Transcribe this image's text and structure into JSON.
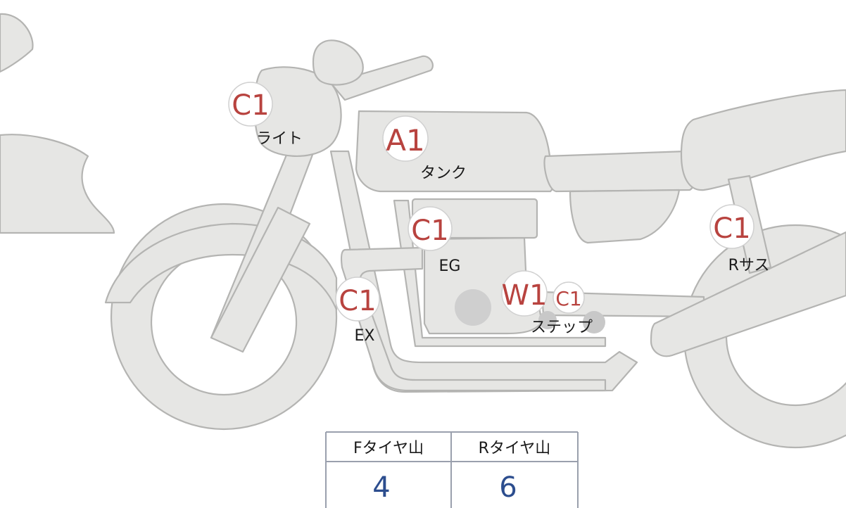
{
  "markers": [
    {
      "id": "light",
      "code": "C1",
      "label": "ライト"
    },
    {
      "id": "tank",
      "code": "A1",
      "label": "タンク"
    },
    {
      "id": "engine",
      "code": "C1",
      "label": "EG"
    },
    {
      "id": "rear-suspension",
      "code": "C1",
      "label": "Rサス"
    },
    {
      "id": "exhaust",
      "code": "C1",
      "label": "EX"
    },
    {
      "id": "step-w",
      "code": "W1",
      "label": "ステップ"
    },
    {
      "id": "step-c",
      "code": "C1",
      "label": ""
    }
  ],
  "tread_table": {
    "front_header": "Fタイヤ山",
    "rear_header": "Rタイヤ山",
    "front_value": "4",
    "rear_value": "6"
  },
  "colors": {
    "body_fill": "#e6e6e4",
    "outline": "#b4b4b2",
    "marker_code": "#b8433f",
    "tread_value": "#2c4d8e"
  }
}
